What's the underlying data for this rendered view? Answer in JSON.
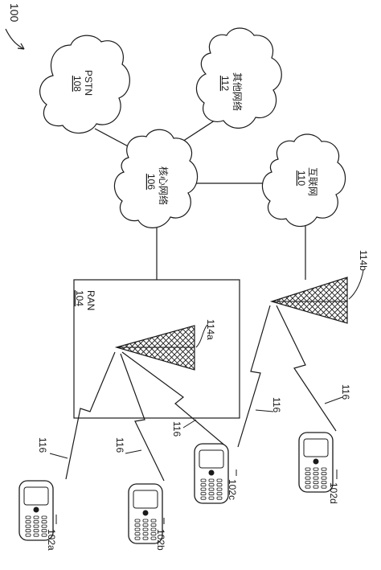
{
  "figure": {
    "label": "100"
  },
  "nodes": {
    "ran": {
      "ref": "104",
      "name": "RAN"
    },
    "core": {
      "ref": "106",
      "name": "核心网络"
    },
    "pstn": {
      "ref": "108",
      "name": "PSTN"
    },
    "internet": {
      "ref": "110",
      "name": "互联网"
    },
    "other": {
      "ref": "112",
      "name": "其他网络"
    }
  },
  "towers": {
    "a": "114a",
    "b": "114b"
  },
  "devices": {
    "a": "102a",
    "b": "102b",
    "c": "102c",
    "d": "102d"
  },
  "links": {
    "label": "116"
  },
  "colors": {
    "line": "#1a1a1a",
    "background": "#ffffff"
  }
}
